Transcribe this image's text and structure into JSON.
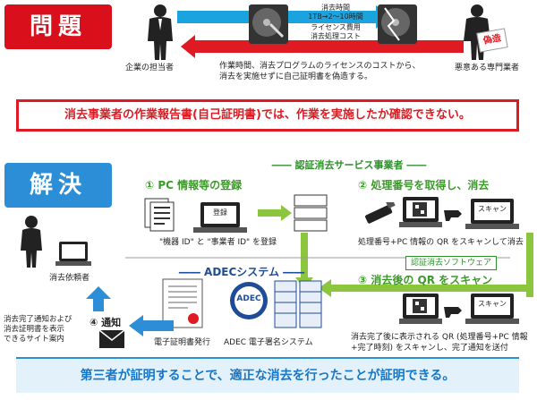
{
  "problem": {
    "tab_label": "問題",
    "client_label": "企業の担当者",
    "top_arrow_lines": [
      "消去時間",
      "1TB→2～10時間"
    ],
    "bottom_arrow_lines": [
      "ライセンス費用",
      "消去処理コスト"
    ],
    "description_lines": [
      "作業時間、消去プログラムのライセンスのコストから、",
      "消去を実施せずに自己証明書を偽造する。"
    ],
    "vendor_label": "悪意ある専門業者",
    "forgery_stamp": "偽造",
    "callout": "消去事業者の作業報告書(自己証明書)では、作業を実施したか確認できない。"
  },
  "solution": {
    "tab_label": "解決",
    "provider_header": "認証消去サービス事業者",
    "step1_title": "① PC 情報等の登録",
    "step1_caption": "\"機器 ID\" と \"事業者 ID\" を登録",
    "register_label": "登録",
    "step2_title": "② 処理番号を取得し、消去",
    "step2_caption": "処理番号+PC 情報の QR をスキャンして消去",
    "scan_label": "スキャン",
    "software_label": "認証消去ソフトウェア",
    "step3_title": "③ 消去後の QR をスキャン",
    "step3_caption_lines": [
      "消去完了後に表示される QR (処理番号+PC 情報",
      "+完了時刻) をスキャンし、完了通知を送付"
    ],
    "adec_header": "ADECシステム",
    "adec_logo": "ADEC",
    "cert_caption": "電子証明書発行",
    "signature_caption": "ADEC 電子署名システム",
    "requester_label": "消去依頼者",
    "step4_title": "④ 通知",
    "notify_lines": [
      "消去完了通知および",
      "消去証明書を表示",
      "できるサイト案内"
    ],
    "footer": "第三者が証明することで、適正な消去を行ったことが証明できる。"
  },
  "colors": {
    "red": "#d9101c",
    "blue": "#2b8ed6",
    "green": "#8cc63f",
    "navy": "#1e4c96"
  }
}
